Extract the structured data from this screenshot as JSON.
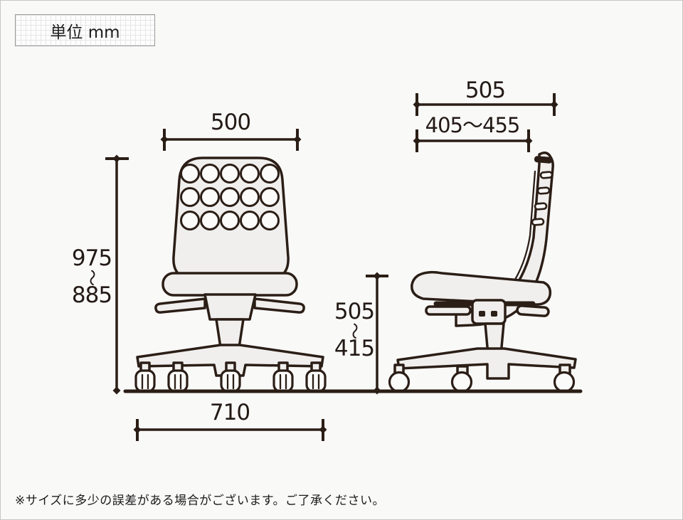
{
  "unit_label": "単位 mm",
  "dimensions": {
    "front_width": "500",
    "front_height_max": "975",
    "front_height_min": "885",
    "range_tilde": "〜",
    "base_width": "710",
    "side_depth": "505",
    "seat_depth_range": "405〜455",
    "seat_height_max": "505",
    "seat_height_min": "415"
  },
  "note": "※サイズに多少の誤差がある場合がございます。ご了承ください。",
  "colors": {
    "line_art": "#2b1e16",
    "chair_fill": "#f0efed",
    "page_background": "#f9f9f8",
    "unit_box_border": "#9a9a9a"
  }
}
